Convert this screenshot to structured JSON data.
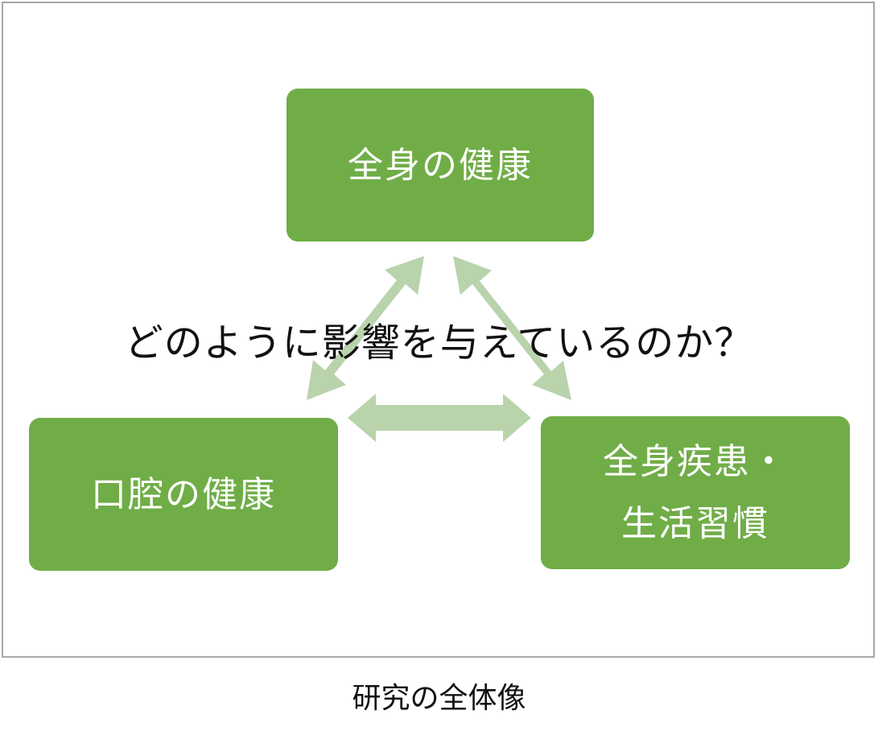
{
  "diagram": {
    "nodes": {
      "top": "全身の健康",
      "left": "口腔の健康",
      "right": "全身疾患・\n生活習慣"
    },
    "question": "どのように影響を与えているのか？",
    "caption": "研究の全体像"
  },
  "colors": {
    "node_fill": "#70ad47",
    "node_text": "#ffffff",
    "arrow_fill": "#b9d3ad",
    "frame_border": "#a6a6a6",
    "text": "#111111"
  }
}
